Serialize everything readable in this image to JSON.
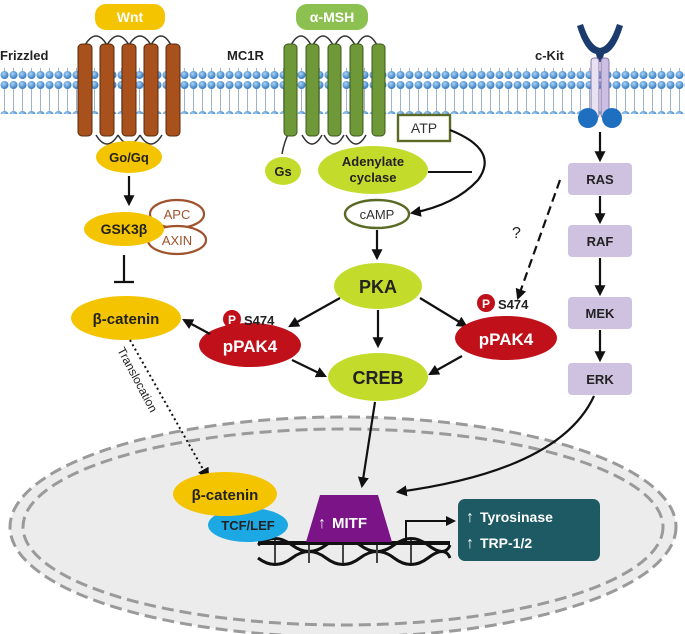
{
  "receptors": {
    "frizzled": "Frizzled",
    "wnt": "Wnt",
    "mc1r": "MC1R",
    "amsh": "α-MSH",
    "ckit": "c-Kit"
  },
  "nodes": {
    "gogq": "Go/Gq",
    "gs": "Gs",
    "atp": "ATP",
    "adenylate1": "Adenylate",
    "adenylate2": "cyclase",
    "camp": "cAMP",
    "gsk3b": "GSK3β",
    "apc": "APC",
    "axin": "AXIN",
    "bcatenin": "β-catenin",
    "pka": "PKA",
    "p": "P",
    "s474": "S474",
    "ppak4": "pPAK4",
    "creb": "CREB",
    "ras": "RAS",
    "raf": "RAF",
    "mek": "MEK",
    "erk": "ERK",
    "question": "?",
    "translocation": "Translocation",
    "bcatenin_nuc": "β-catenin",
    "tcflef": "TCF/LEF",
    "mitf": "MITF",
    "tyrosinase": "Tyrosinase",
    "trp": "TRP-1/2"
  },
  "colors": {
    "yellow": "#f5c400",
    "green": "#c3dc2c",
    "red": "#c0101a",
    "lavender": "#cfc2e0",
    "purple": "#7a1487",
    "teal": "#1d5a63",
    "cyan": "#1ca8e2",
    "helix_brown": "#a8511d",
    "helix_green": "#6f9838",
    "membrane": "#4f8fd0"
  }
}
